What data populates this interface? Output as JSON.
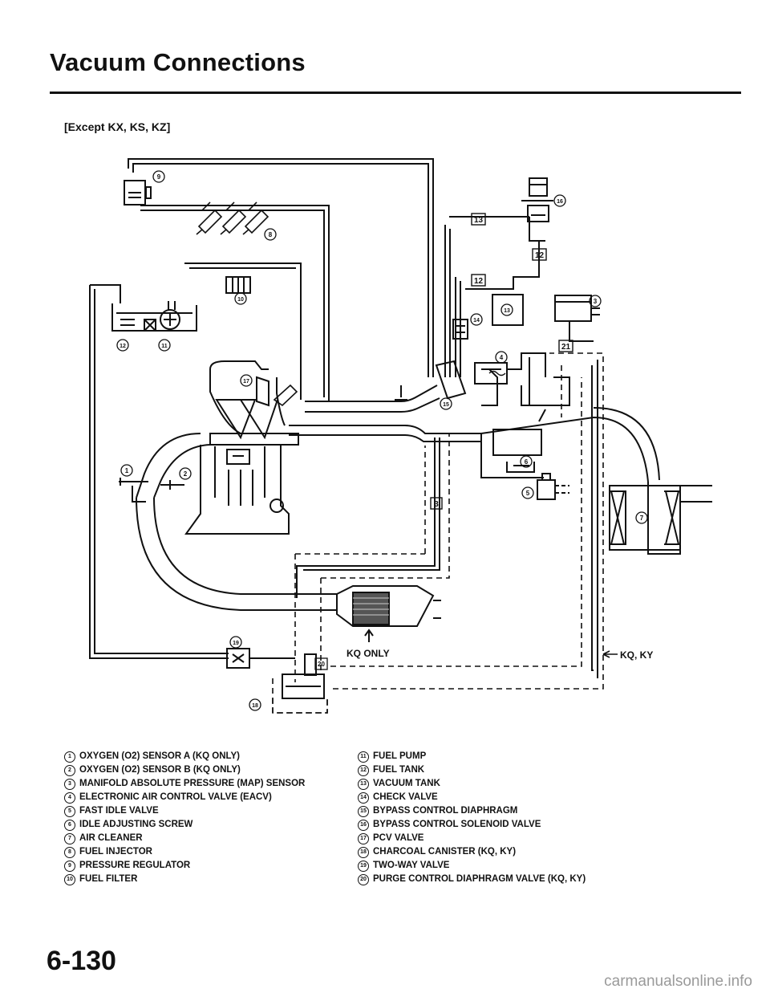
{
  "page": {
    "title": "Vacuum Connections",
    "subtitle": "[Except KX, KS, KZ]",
    "page_number": "6-130",
    "watermark": "carmanualsonline.info"
  },
  "diagram": {
    "callouts": {
      "c1": "1",
      "c2": "2",
      "c3": "3",
      "c4": "4",
      "c5": "5",
      "c6": "6",
      "c7": "7",
      "c8": "8",
      "c9": "9",
      "c10": "10",
      "c11": "11",
      "c12": "12",
      "c13": "13",
      "c14": "14",
      "c15": "15",
      "c16": "16",
      "c17": "17",
      "c18": "18",
      "c19": "19",
      "c20": "20"
    },
    "hose_tags": {
      "t3": "3",
      "t12a": "12",
      "t12b": "12",
      "t13": "13",
      "t21": "21"
    },
    "notes": {
      "ko_only": "KQ ONLY",
      "kq_ky": "KQ, KY"
    }
  },
  "legend": {
    "left": [
      {
        "num": "1",
        "label": "OXYGEN (O2) SENSOR A (KQ ONLY)"
      },
      {
        "num": "2",
        "label": "OXYGEN (O2) SENSOR B (KQ ONLY)"
      },
      {
        "num": "3",
        "label": "MANIFOLD ABSOLUTE PRESSURE (MAP) SENSOR"
      },
      {
        "num": "4",
        "label": "ELECTRONIC AIR CONTROL VALVE (EACV)"
      },
      {
        "num": "5",
        "label": "FAST IDLE VALVE"
      },
      {
        "num": "6",
        "label": "IDLE ADJUSTING SCREW"
      },
      {
        "num": "7",
        "label": "AIR CLEANER"
      },
      {
        "num": "8",
        "label": "FUEL INJECTOR"
      },
      {
        "num": "9",
        "label": "PRESSURE REGULATOR"
      },
      {
        "num": "10",
        "label": "FUEL FILTER"
      }
    ],
    "right": [
      {
        "num": "11",
        "label": "FUEL PUMP"
      },
      {
        "num": "12",
        "label": "FUEL TANK"
      },
      {
        "num": "13",
        "label": "VACUUM TANK"
      },
      {
        "num": "14",
        "label": "CHECK VALVE"
      },
      {
        "num": "15",
        "label": "BYPASS CONTROL DIAPHRAGM"
      },
      {
        "num": "16",
        "label": "BYPASS CONTROL SOLENOID VALVE"
      },
      {
        "num": "17",
        "label": "PCV VALVE"
      },
      {
        "num": "18",
        "label": "CHARCOAL CANISTER (KQ, KY)"
      },
      {
        "num": "19",
        "label": "TWO-WAY VALVE"
      },
      {
        "num": "20",
        "label": "PURGE CONTROL DIAPHRAGM VALVE (KQ, KY)"
      }
    ]
  }
}
